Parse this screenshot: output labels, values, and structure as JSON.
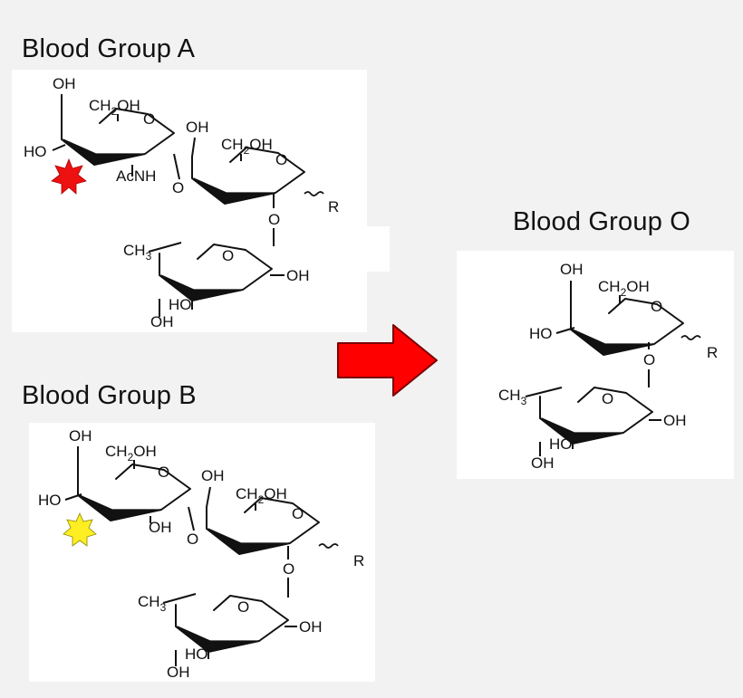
{
  "titles": {
    "group_a": "Blood Group A",
    "group_b": "Blood Group B",
    "group_o": "Blood Group O"
  },
  "labels": {
    "oh": "OH",
    "ho": "HO",
    "o": "O",
    "r": "R",
    "ch2oh_a": "CH",
    "ch2oh_sub": "2",
    "ch2oh_b": "OH",
    "ch3_a": "CH",
    "ch3_sub": "3",
    "acnh": "AcNH"
  },
  "colors": {
    "background": "#f2f2f2",
    "panel": "#ffffff",
    "arrow": "#ff0000",
    "red_star": "#ee1111",
    "yellow_star": "#ffee22"
  },
  "markers": {
    "group_a": "red-star-icon",
    "group_b": "yellow-star-icon"
  }
}
